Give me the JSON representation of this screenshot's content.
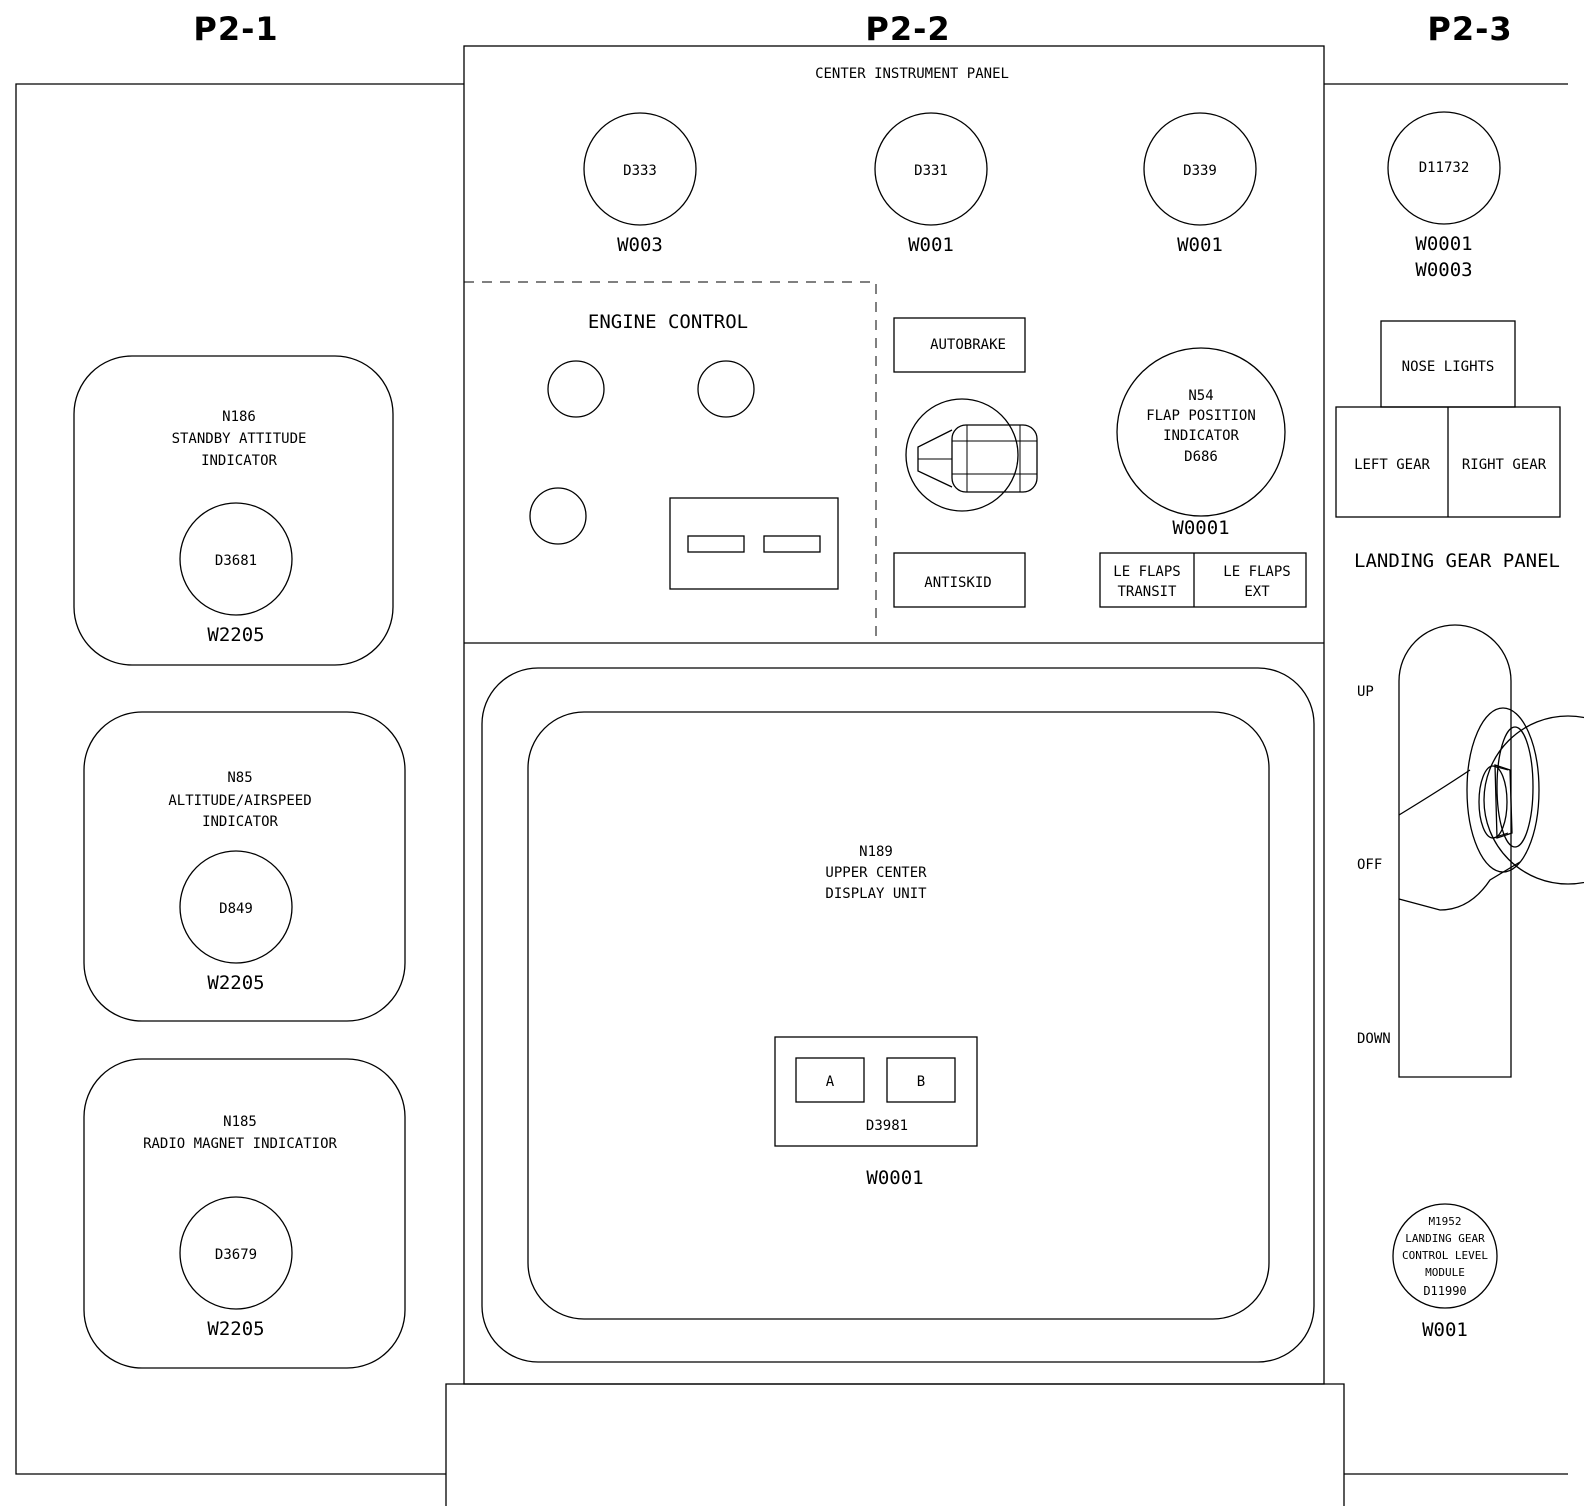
{
  "panels": {
    "p2_1": "P2-1",
    "p2_2": "P2-2",
    "p2_3": "P2-3"
  },
  "center": {
    "title": "CENTER INSTRUMENT PANEL",
    "connectors": [
      {
        "id": "D333",
        "wire": "W003"
      },
      {
        "id": "D331",
        "wire": "W001"
      },
      {
        "id": "D339",
        "wire": "W001"
      }
    ],
    "engine_control": "ENGINE CONTROL",
    "autobrake": "AUTOBRAKE",
    "antiskid": "ANTISKID",
    "flap_indicator": {
      "line1": "N54",
      "line2": "FLAP POSITION",
      "line3": "INDICATOR",
      "line4": "D686",
      "wire": "W0001"
    },
    "le_flaps_transit": {
      "line1": "LE FLAPS",
      "line2": "TRANSIT"
    },
    "le_flaps_ext": {
      "line1": "LE FLAPS",
      "line2": "EXT"
    },
    "display_unit": {
      "line1": "N189",
      "line2": "UPPER CENTER",
      "line3": "DISPLAY UNIT",
      "btn_a": "A",
      "btn_b": "B",
      "connector": "D3981",
      "wire": "W0001"
    }
  },
  "left": {
    "standby": {
      "line1": "N186",
      "line2": "STANDBY ATTITUDE",
      "line3": "INDICATOR",
      "connector": "D3681",
      "wire": "W2205"
    },
    "altitude": {
      "line1": "N85",
      "line2": "ALTITUDE/AIRSPEED",
      "line3": "INDICATOR",
      "connector": "D849",
      "wire": "W2205"
    },
    "radio": {
      "line1": "N185",
      "line2": "RADIO MAGNET INDICATIOR",
      "connector": "D3679",
      "wire": "W2205"
    }
  },
  "right": {
    "connector": "D11732",
    "wire1": "W0001",
    "wire2": "W0003",
    "nose_lights": "NOSE LIGHTS",
    "left_gear": "LEFT GEAR",
    "right_gear": "RIGHT GEAR",
    "panel_label": "LANDING GEAR PANEL",
    "up": "UP",
    "off": "OFF",
    "down": "DOWN",
    "module": {
      "line1": "M1952",
      "line2": "LANDING GEAR",
      "line3": "CONTROL LEVEL",
      "line4": "MODULE",
      "line5": "D11990",
      "wire": "W001"
    }
  }
}
